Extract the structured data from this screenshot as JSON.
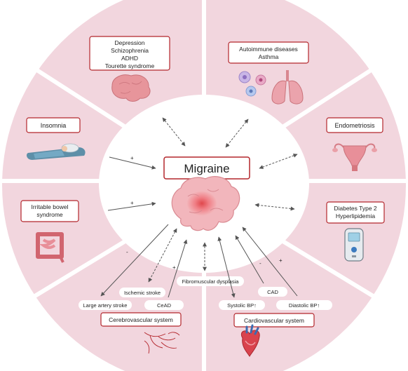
{
  "center": {
    "title": "Migraine"
  },
  "segments": {
    "psychiatric": {
      "lines": [
        "Depression",
        "Schizophrenia",
        "ADHD",
        "Tourette syndrome"
      ]
    },
    "immune": {
      "lines": [
        "Autoimmune diseases",
        "Asthma"
      ]
    },
    "insomnia": {
      "label": "Insomnia"
    },
    "endometriosis": {
      "label": "Endometriosis"
    },
    "ibs": {
      "lines": [
        "Irritable bowel",
        "syndrome"
      ]
    },
    "metabolic": {
      "lines": [
        "Diabetes Type 2",
        "Hyperlipidemia"
      ]
    },
    "cerebrovascular": {
      "title": "Cerebrovascular system",
      "items": [
        "Large artery stroke",
        "Ischemic stroke",
        "CeAD"
      ]
    },
    "cardiovascular": {
      "title": "Cardiovascular system",
      "items": [
        "CAD",
        "Systolic BP↑",
        "Diastolic BP↑"
      ]
    },
    "fibromuscular": {
      "label": "Fibromuscular dysplasia"
    }
  },
  "signs": {
    "plus": "+",
    "minus": "-"
  },
  "colors": {
    "ring": "#f3d7df",
    "ring_alt": "#f7e3e8",
    "box_border": "#b3262c",
    "arrow": "#555555",
    "center_bg": "#ffffff"
  }
}
